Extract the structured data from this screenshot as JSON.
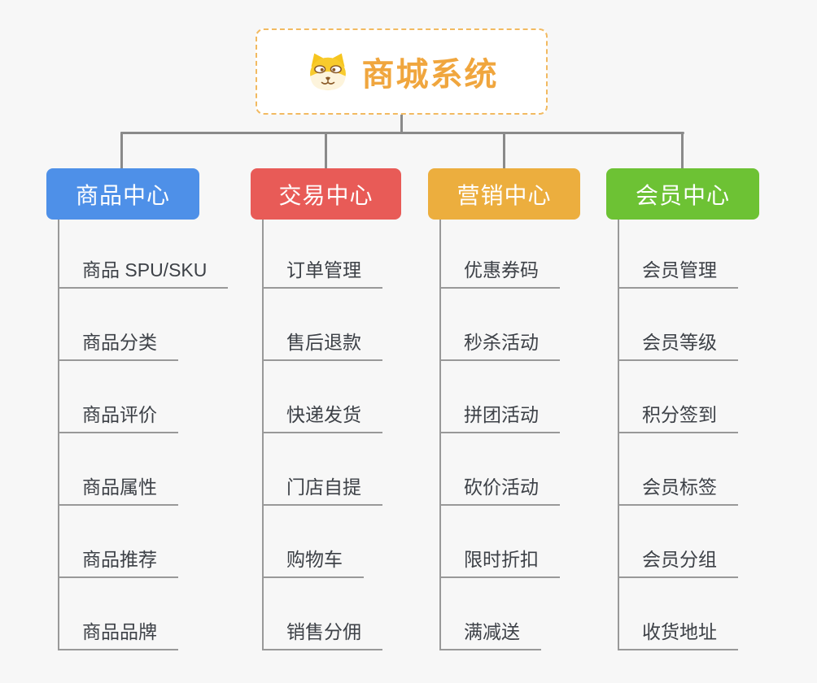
{
  "page": {
    "background": "#f7f7f7",
    "connector_color": "#8a8a8a"
  },
  "root": {
    "title": "商城系统",
    "icon": "dog-face-icon",
    "title_color": "#f0a63e",
    "border_color": "#f2ba61"
  },
  "branches": [
    {
      "label": "商品中心",
      "color": "#4e90e8",
      "items": [
        "商品 SPU/SKU",
        "商品分类",
        "商品评价",
        "商品属性",
        "商品推荐",
        "商品品牌"
      ]
    },
    {
      "label": "交易中心",
      "color": "#e85b57",
      "items": [
        "订单管理",
        "售后退款",
        "快递发货",
        "门店自提",
        "购物车",
        "销售分佣"
      ]
    },
    {
      "label": "营销中心",
      "color": "#ecae3e",
      "items": [
        "优惠券码",
        "秒杀活动",
        "拼团活动",
        "砍价活动",
        "限时折扣",
        "满减送"
      ]
    },
    {
      "label": "会员中心",
      "color": "#6dc234",
      "items": [
        "会员管理",
        "会员等级",
        "积分签到",
        "会员标签",
        "会员分组",
        "收货地址"
      ]
    }
  ]
}
